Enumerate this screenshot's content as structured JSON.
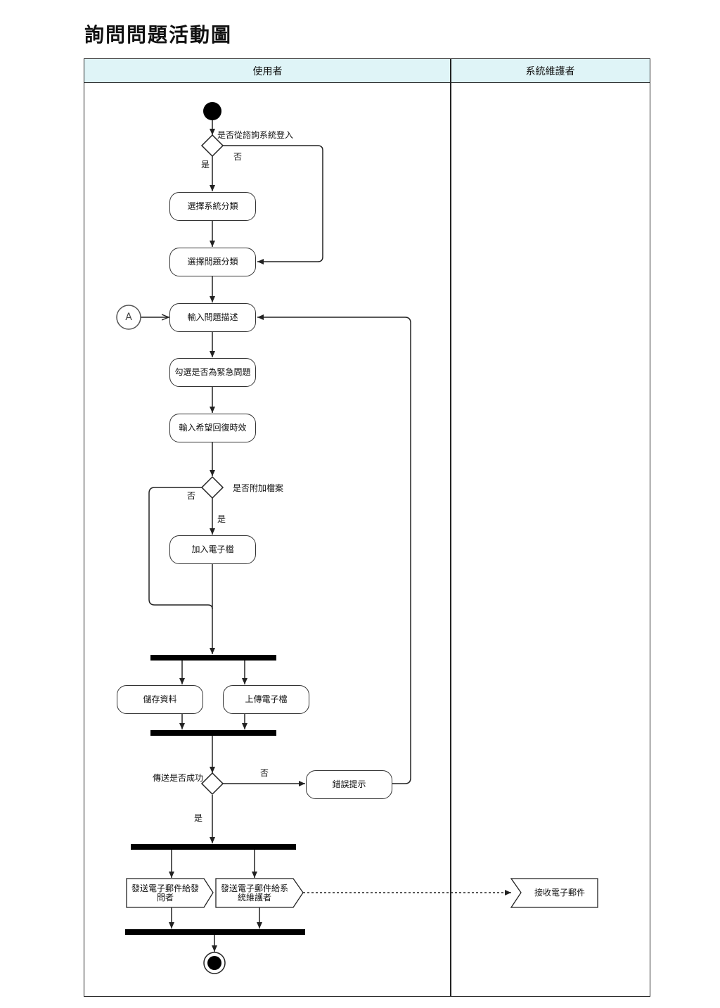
{
  "title": "詢問問題活動圖",
  "lanes": {
    "user": "使用者",
    "maintainer": "系統維護者"
  },
  "nodes": {
    "select_system_category": "選擇系統分類",
    "select_question_category": "選擇問題分類",
    "input_question_description": "輸入問題描述",
    "check_urgent": "勾選是否為緊急問題",
    "input_response_time": "輸入希望回復時效",
    "add_file": "加入電子檔",
    "save_data": "儲存資料",
    "upload_file": "上傳電子檔",
    "error_prompt": "錯誤提示",
    "send_mail_to_asker": "發送電子郵件給發問者",
    "send_mail_to_maintainer": "發送電子郵件給系統維護者",
    "receive_mail": "接收電子郵件"
  },
  "connector": "A",
  "decisions": {
    "from_consult_system": "是否從諮詢系統登入",
    "attach_file": "是否附加檔案",
    "send_success": "傳送是否成功"
  },
  "guards": {
    "yes": "是",
    "no": "否"
  }
}
